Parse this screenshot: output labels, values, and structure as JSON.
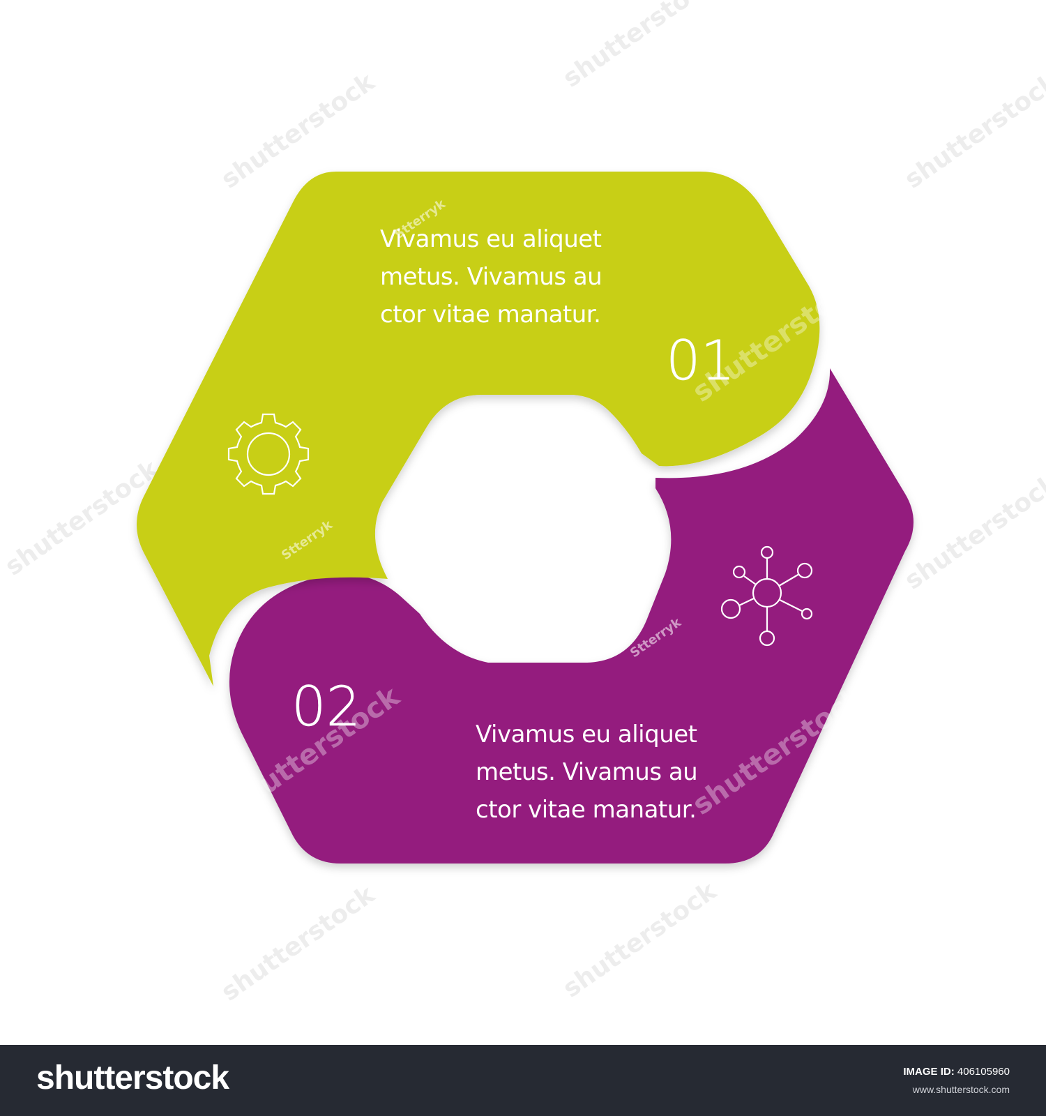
{
  "colors": {
    "segment_1": "#c8cf18",
    "segment_2": "#941c7e",
    "background": "#ffffff",
    "footer": "#262a33"
  },
  "segments": [
    {
      "number": "01",
      "text": "Vivamus eu aliquet\nmetus. Vivamus au\nctor vitae manatur.",
      "icon": "gear-icon"
    },
    {
      "number": "02",
      "text": "Vivamus eu aliquet\nmetus. Vivamus au\nctor vitae manatur.",
      "icon": "network-icon"
    }
  ],
  "watermark": {
    "main": "shutterstock",
    "author": "Stterryk"
  },
  "footer": {
    "logo": "shutterstock",
    "image_id_label": "IMAGE ID:",
    "image_id_value": "406105960",
    "url": "www.shutterstock.com"
  }
}
